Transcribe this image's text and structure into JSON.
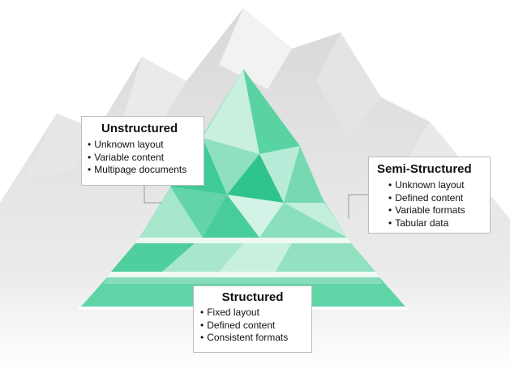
{
  "colors": {
    "mountain_back": "#e2e2e2",
    "mountain_front": "#cfcfcf",
    "pyramid_light": "#c4ecdc",
    "pyramid_mid": "#74d8b0",
    "pyramid_dark": "#2fc48c",
    "band_white": "#eef9f4"
  },
  "unstructured": {
    "title": "Unstructured",
    "items": [
      "Unknown layout",
      "Variable content",
      "Multipage documents"
    ]
  },
  "semi_structured": {
    "title": "Semi-Structured",
    "items": [
      "Unknown layout",
      "Defined content",
      "Variable formats",
      "Tabular data"
    ]
  },
  "structured": {
    "title": "Structured",
    "items": [
      "Fixed layout",
      "Defined content",
      "Consistent formats"
    ]
  }
}
